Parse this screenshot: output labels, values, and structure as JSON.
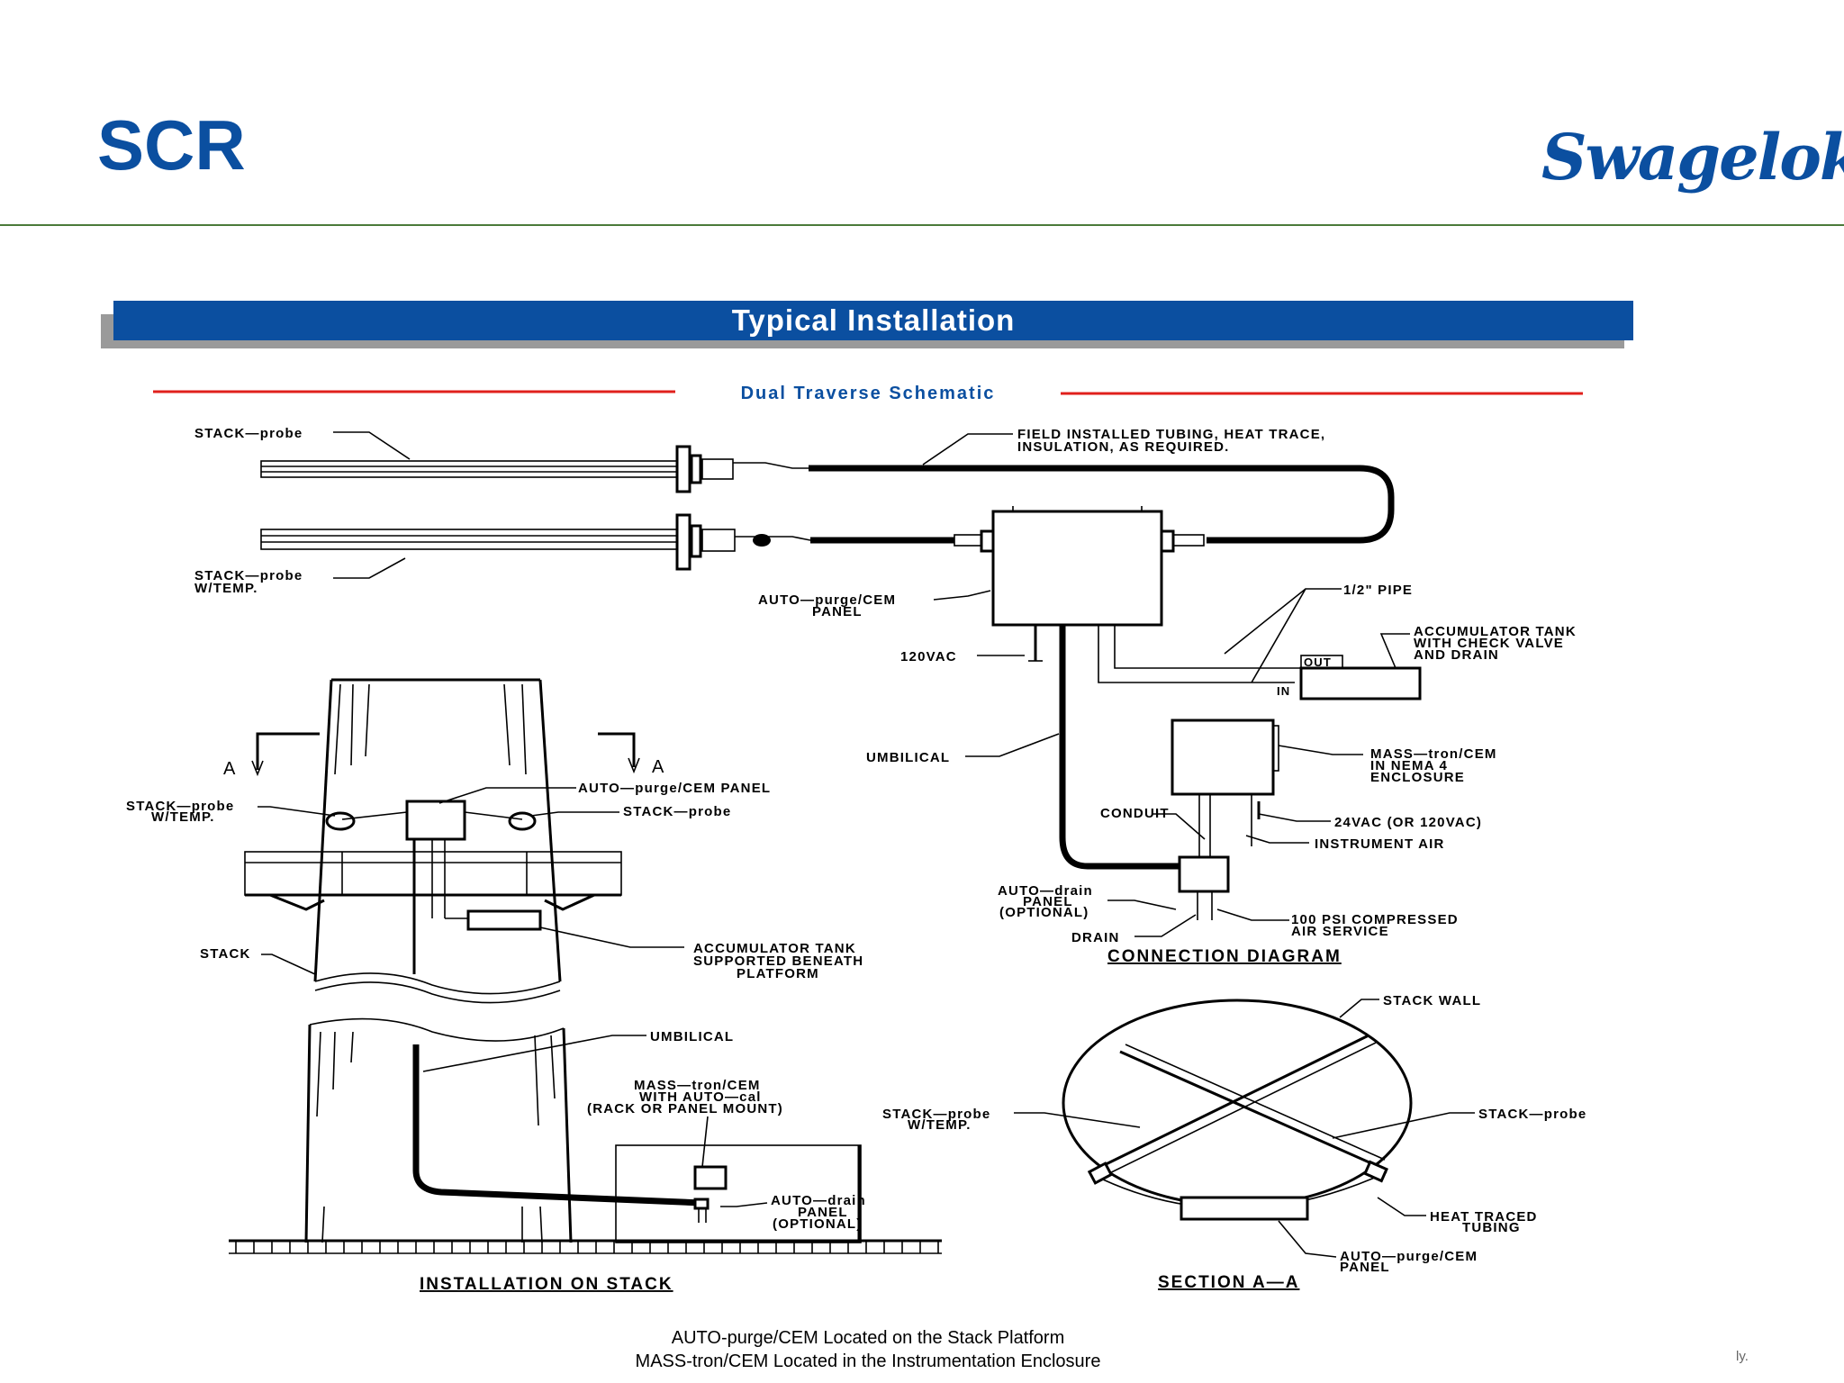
{
  "slide": {
    "title": "SCR",
    "brand": "Swagelok",
    "footer_fragment": "ly."
  },
  "diagram": {
    "banner_title": "Typical Installation",
    "subtitle": "Dual Traverse Schematic",
    "labels": {
      "stack_probe_top": "STACK—probe",
      "stack_probe_temp_1": "STACK—probe",
      "stack_probe_temp_2": "W/TEMP.",
      "field_tubing_1": "FIELD  INSTALLED  TUBING,  HEAT  TRACE,",
      "field_tubing_2": "INSULATION,  AS  REQUIRED.",
      "auto_purge_panel_1": "AUTO—purge/CEM",
      "auto_purge_panel_2": "PANEL",
      "pipe": "1/2\"  PIPE",
      "accum_tank_1": "ACCUMULATOR  TANK",
      "accum_tank_2": "WITH  CHECK  VALVE",
      "accum_tank_3": "AND  DRAIN",
      "out": "OUT",
      "in": "IN",
      "vac_120": "120VAC",
      "umbilical": "UMBILICAL",
      "mass_tron_1": "MASS—tron/CEM",
      "mass_tron_2": "IN  NEMA  4",
      "mass_tron_3": "ENCLOSURE",
      "conduit": "CONDUIT",
      "vac_24": "24VAC  (OR  120VAC)",
      "instrument_air": "INSTRUMENT  AIR",
      "auto_drain_1": "AUTO—drain",
      "auto_drain_2": "PANEL",
      "auto_drain_3": "(OPTIONAL)",
      "drain": "DRAIN",
      "compressed_air_1": "100  PSI  COMPRESSED",
      "compressed_air_2": "AIR  SERVICE",
      "connection_diagram": "CONNECTION  DIAGRAM",
      "section_a_left": "A",
      "section_a_right": "A",
      "stack_auto_purge": "AUTO—purge/CEM  PANEL",
      "stack_probe_right": "STACK—probe",
      "stack_probe_left_1": "STACK—probe",
      "stack_probe_left_2": "W/TEMP.",
      "stack": "STACK",
      "accum_platform_1": "ACCUMULATOR  TANK",
      "accum_platform_2": "SUPPORTED  BENEATH",
      "accum_platform_3": "PLATFORM",
      "umbilical_lower": "UMBILICAL",
      "mass_tron_mount_1": "MASS—tron/CEM",
      "mass_tron_mount_2": "WITH  AUTO—cal",
      "mass_tron_mount_3": "(RACK  OR  PANEL  MOUNT)",
      "auto_drain_lower_1": "AUTO—drain",
      "auto_drain_lower_2": "PANEL",
      "auto_drain_lower_3": "(OPTIONAL)",
      "installation_on_stack": "INSTALLATION  ON  STACK",
      "stack_wall": "STACK  WALL",
      "section_probe_left_1": "STACK—probe",
      "section_probe_left_2": "W/TEMP.",
      "section_probe_right": "STACK—probe",
      "heat_traced_1": "HEAT  TRACED",
      "heat_traced_2": "TUBING",
      "section_auto_purge_1": "AUTO—purge/CEM",
      "section_auto_purge_2": "PANEL",
      "section_aa": "SECTION  A—A"
    },
    "footnotes": {
      "line_1": "AUTO-purge/CEM Located on the Stack Platform",
      "line_2": "MASS-tron/CEM Located in the Instrumentation Enclosure"
    },
    "colors": {
      "brand_blue": "#0b4fa0",
      "subtitle_red_rule": "#e0201c",
      "header_rule": "#4a7a3a"
    }
  }
}
